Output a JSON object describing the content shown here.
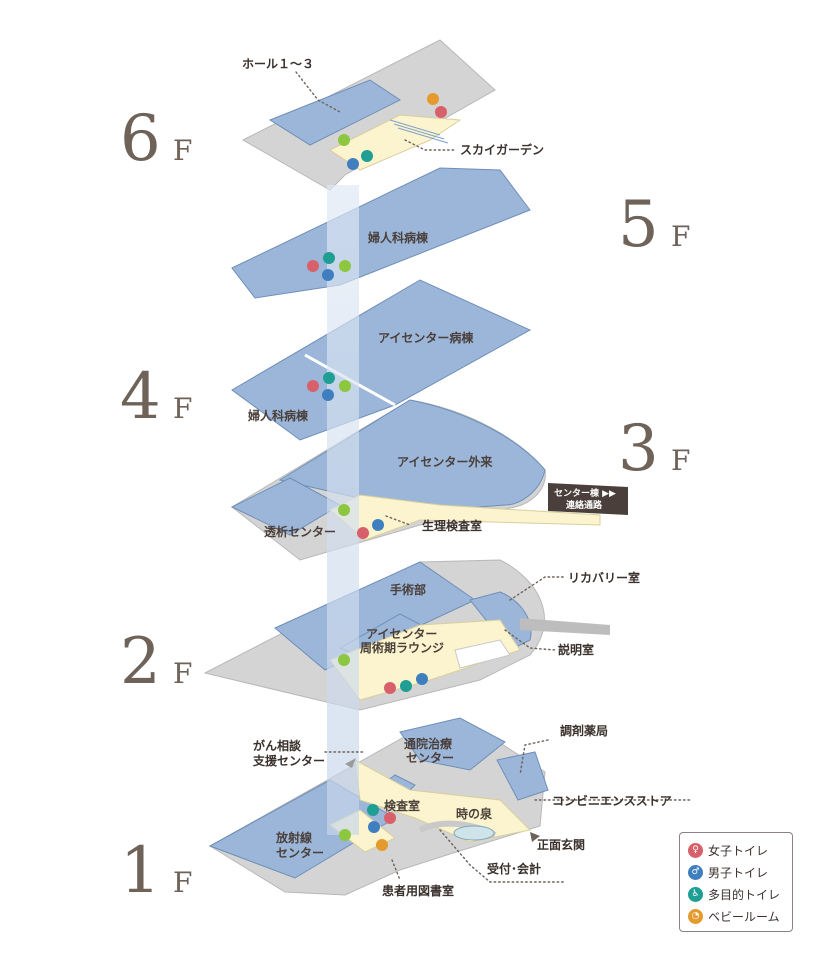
{
  "floors": [
    {
      "num": "6",
      "suffix": "F"
    },
    {
      "num": "5",
      "suffix": "F"
    },
    {
      "num": "4",
      "suffix": "F"
    },
    {
      "num": "3",
      "suffix": "F"
    },
    {
      "num": "2",
      "suffix": "F"
    },
    {
      "num": "1",
      "suffix": "F"
    }
  ],
  "labels": {
    "hall": "ホール１～３",
    "sky_garden": "スカイガーデン",
    "gyn_ward_5f": "婦人科病棟",
    "eye_ward": "アイセンター病棟",
    "gyn_ward_4f": "婦人科病棟",
    "eye_outpatient": "アイセンター外来",
    "dialysis": "透析センター",
    "physio_lab": "生理検査室",
    "center_link_1": "センター棟 ▶▶",
    "center_link_2": "連絡通路",
    "surgery": "手術部",
    "recovery": "リカバリー室",
    "eye_lounge_1": "アイセンター",
    "eye_lounge_2": "周術期ラウンジ",
    "explain_room": "説明室",
    "cancer_1": "がん相談",
    "cancer_2": "支援センター",
    "outpatient_1": "通院治療",
    "outpatient_2": "センター",
    "pharmacy": "調剤薬局",
    "convenience": "コンビニエンスストア",
    "exam_room": "検査室",
    "fountain": "時の泉",
    "main_entrance": "正面玄関",
    "radiation_1": "放射線",
    "radiation_2": "センター",
    "reception": "受付･会計",
    "library": "患者用図書室"
  },
  "legend": [
    {
      "icon": "female-toilet-icon",
      "color": "#d8606a",
      "label": "女子トイレ"
    },
    {
      "icon": "male-toilet-icon",
      "color": "#3f7fbf",
      "label": "男子トイレ"
    },
    {
      "icon": "multipurpose-toilet-icon",
      "color": "#1f9e94",
      "label": "多目的トイレ"
    },
    {
      "icon": "baby-room-icon",
      "color": "#e49a2d",
      "label": "ベビールーム"
    }
  ],
  "colors": {
    "ward": "#9bb6d9",
    "ward_stroke": "#6f8fb8",
    "service": "#d4d4d4",
    "corridor": "#fbf4cf",
    "elevator_green": "#8dc63f",
    "text": "#4a3f3a"
  }
}
